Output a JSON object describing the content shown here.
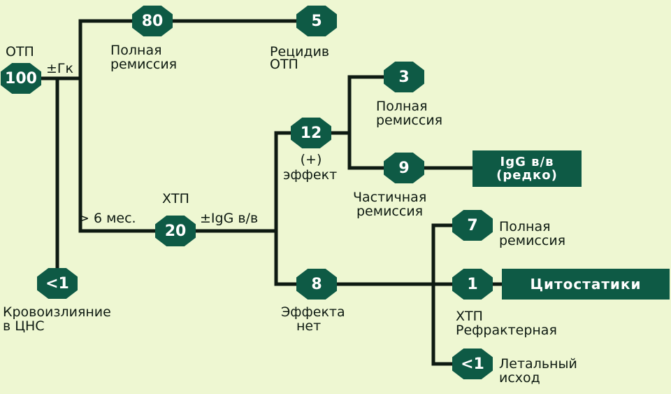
{
  "nodes": {
    "n100": "100",
    "n80": "80",
    "n5": "5",
    "n3": "3",
    "n12": "12",
    "n9": "9",
    "n20": "20",
    "n7": "7",
    "n8": "8",
    "n1": "1",
    "n_lt1_cns": "<1",
    "n_lt1_death": "<1"
  },
  "boxes": {
    "igg_line1": "IgG в/в",
    "igg_line2": "(редко)",
    "cytostatics": "Цитостатики"
  },
  "labels": {
    "otp": "ОТП",
    "pk": "±Гк",
    "full_remission_80_l1": "Полная",
    "full_remission_80_l2": "ремиссия",
    "relapse_l1": "Рецидив",
    "relapse_l2": "ОТП",
    "full_remission_3_l1": "Полная",
    "full_remission_3_l2": "ремиссия",
    "effect_plus_l1": "(+)",
    "effect_plus_l2": "эффект",
    "partial_l1": "Частичная",
    "partial_l2": "ремиссия",
    "xtp": "ХТП",
    "six_months": "> 6 мес.",
    "igg_iv": "±IgG в/в",
    "full_remission_7_l1": "Полная",
    "full_remission_7_l2": "ремиссия",
    "cns_l1": "Кровоизлияние",
    "cns_l2": "в ЦНС",
    "no_effect_l1": "Эффекта",
    "no_effect_l2": "нет",
    "refractory_l1": "ХТП",
    "refractory_l2": "Рефрактерная",
    "death_l1": "Летальный",
    "death_l2": "исход"
  },
  "colors": {
    "background": "#eef7d2",
    "node_fill": "#0e5a45",
    "line": "#0e1a12",
    "node_text": "#ffffff"
  }
}
